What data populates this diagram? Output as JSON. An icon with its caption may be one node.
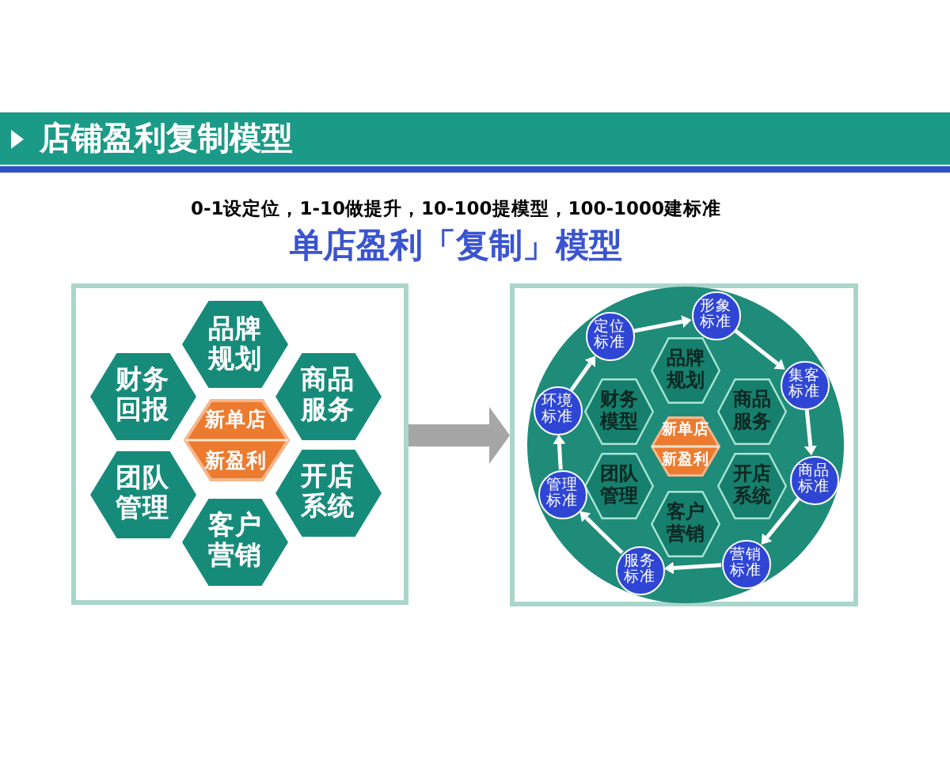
{
  "diagram": {
    "title": "店铺盈利复制模型",
    "nodes": [
      {
        "text": [],
        "shape": "box"
      },
      {
        "text": [
          "品牌规划"
        ],
        "in": 0
      },
      {
        "text": [
          "财务回报"
        ],
        "in": 0
      },
      {
        "text": [
          "商品服务"
        ],
        "in": 0
      },
      {
        "text": [
          "新单店",
          "新盈利"
        ],
        "in": 0
      },
      {
        "text": [
          "团队管理"
        ],
        "in": 0
      },
      {
        "text": [
          "开店系统"
        ],
        "in": 0
      },
      {
        "text": [
          "客户营销"
        ],
        "in": 0
      },
      {
        "text": [],
        "shape": "box"
      },
      {
        "text": [],
        "shape": "circle",
        "in": 8
      },
      {
        "text": [
          "品牌规划"
        ],
        "in": 9
      },
      {
        "text": [
          "财务模型"
        ],
        "in": 9
      },
      {
        "text": [
          "商品服务"
        ],
        "in": 9
      },
      {
        "text": [
          "新单店",
          "新盈利"
        ],
        "in": 9
      },
      {
        "text": [
          "团队管理"
        ],
        "in": 9
      },
      {
        "text": [
          "开店系统"
        ],
        "in": 9
      },
      {
        "text": [
          "客户营销"
        ],
        "in": 9
      },
      {
        "text": [
          "定位标准"
        ],
        "in": 9
      },
      {
        "text": [
          "形象标准"
        ],
        "in": 9
      },
      {
        "text": [
          "集客标准"
        ],
        "in": 9
      },
      {
        "text": [
          "商品标准"
        ],
        "in": 9
      },
      {
        "text": [
          "营销标准"
        ],
        "in": 9
      },
      {
        "text": [
          "服务标准"
        ],
        "in": 9
      },
      {
        "text": [
          "管理标准"
        ],
        "in": 9
      },
      {
        "text": [
          "环境标准"
        ],
        "in": 9
      }
    ],
    "edges": [
      {
        "from": 0,
        "to": 8,
        "arrow": "to",
        "style": "thick",
        "color": "#a6a6a6"
      },
      {
        "from": 17,
        "to": 18,
        "arrow": "to"
      },
      {
        "from": 18,
        "to": 19,
        "arrow": "to"
      },
      {
        "from": 19,
        "to": 20,
        "arrow": "to"
      },
      {
        "from": 20,
        "to": 21,
        "arrow": "to"
      },
      {
        "from": 21,
        "to": 22,
        "arrow": "to"
      },
      {
        "from": 22,
        "to": 23,
        "arrow": "to"
      },
      {
        "from": 23,
        "to": 24,
        "arrow": "to"
      },
      {
        "from": 24,
        "to": 17,
        "arrow": "to"
      }
    ],
    "labels": [
      "0-1设定位，1-10做提升，10-100提模型，100-1000建标准",
      "单店盈利「复制」模型"
    ]
  }
}
